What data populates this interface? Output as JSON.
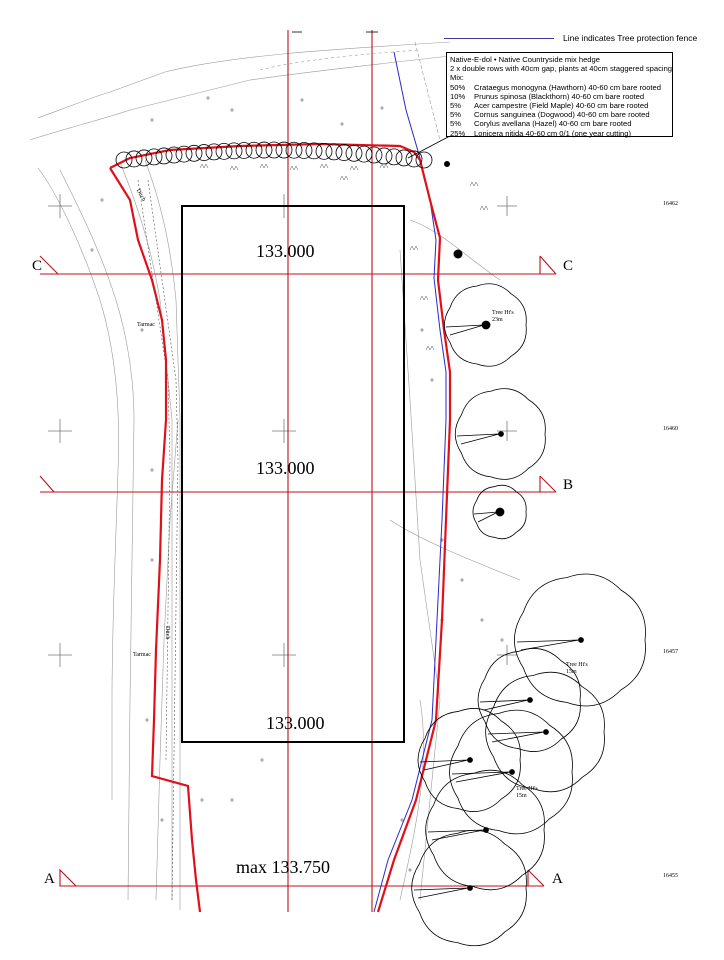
{
  "legend": {
    "fence_text": "Line indicates Tree protection fence"
  },
  "hedge_mix": {
    "title": "Native-E-dol  •  Native Countryside  mix  hedge",
    "spacing": "2 x double rows with 40cm gap, plants at 40cm staggered spacing",
    "mix_label": "Mix:",
    "items": [
      {
        "pct": "50%",
        "text": "Crataegus monogyna (Hawthorn)  40-60 cm bare rooted"
      },
      {
        "pct": "10%",
        "text": "Prunus spinosa (Blackthorn)  40-60 cm bare rooted"
      },
      {
        "pct": "5%",
        "text": "Acer campestre (Field Maple)  40-60 cm bare rooted"
      },
      {
        "pct": "5%",
        "text": "Cornus sanguinea (Dogwood)  40-60 cm bare rooted"
      },
      {
        "pct": "5%",
        "text": "Corylus avellana (Hazel)  40-60 cm bare rooted"
      },
      {
        "pct": "25%",
        "text": "Lonicera nitida  40-60 cm  0/1 (one year cutting)"
      }
    ]
  },
  "levels": {
    "top": "133.000",
    "middle": "133.000",
    "bottom": "133.000",
    "max": "max 133.750"
  },
  "sections": {
    "a_left": "A",
    "a_right": "A",
    "b_right": "B",
    "c_left": "C",
    "c_right": "C"
  },
  "grid_coords": [
    "16462",
    "16460",
    "16457",
    "16455"
  ],
  "labels": {
    "tarmac_1": "Tarmac",
    "tarmac_2": "Tarmac",
    "ditch_1": "Ditch",
    "ditch_2": "Ditch",
    "tree_1": "Tree Ht's 23m",
    "tree_2": "Tree Ht's 15m",
    "tree_3": "Tree Ht's 15m"
  },
  "colors": {
    "boundary": "#e0101a",
    "section_line": "#c0101a",
    "fence": "#2a2ac8",
    "ink": "#000000"
  }
}
